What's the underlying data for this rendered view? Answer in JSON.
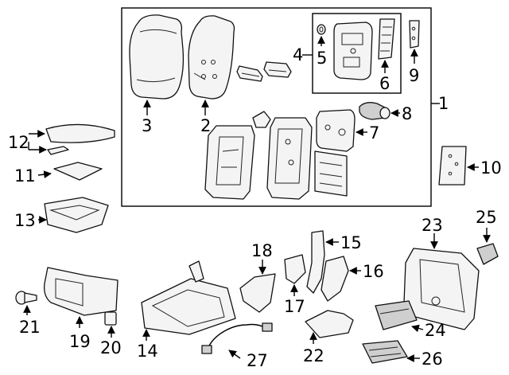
{
  "diagram": {
    "colors": {
      "line": "#000000",
      "part_fill": "#f4f4f4",
      "part_shade": "#cfcfcf",
      "background": "#ffffff"
    },
    "callouts": {
      "c1": "1",
      "c2": "2",
      "c3": "3",
      "c4": "4",
      "c5": "5",
      "c6": "6",
      "c7": "7",
      "c8": "8",
      "c9": "9",
      "c10": "10",
      "c11": "11",
      "c12": "12",
      "c13": "13",
      "c14": "14",
      "c15": "15",
      "c16": "16",
      "c17": "17",
      "c18": "18",
      "c19": "19",
      "c20": "20",
      "c21": "21",
      "c22": "22",
      "c23": "23",
      "c24": "24",
      "c25": "25",
      "c26": "26",
      "c27": "27"
    }
  }
}
